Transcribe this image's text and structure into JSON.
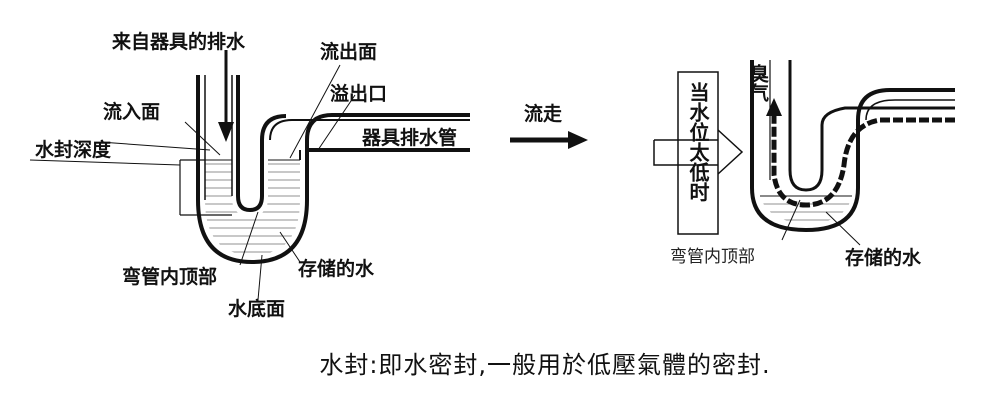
{
  "left_diagram": {
    "inflow": "来自器具的排水",
    "outflow_face": "流出面",
    "overflow_port": "溢出口",
    "inflow_face": "流入面",
    "fixture_drain": "器具排水管",
    "seal_depth": "水封深度",
    "bend_top": "弯管内顶部",
    "stored_water": "存储的水",
    "water_bottom": "水底面"
  },
  "flow_away": "流走",
  "right_diagram": {
    "odor": "臭气",
    "low_water": "当水位太低时",
    "bend_top": "弯管内顶部",
    "stored_water": "存储的水"
  },
  "caption": "水封:即水密封,一般用於低壓氣體的密封."
}
